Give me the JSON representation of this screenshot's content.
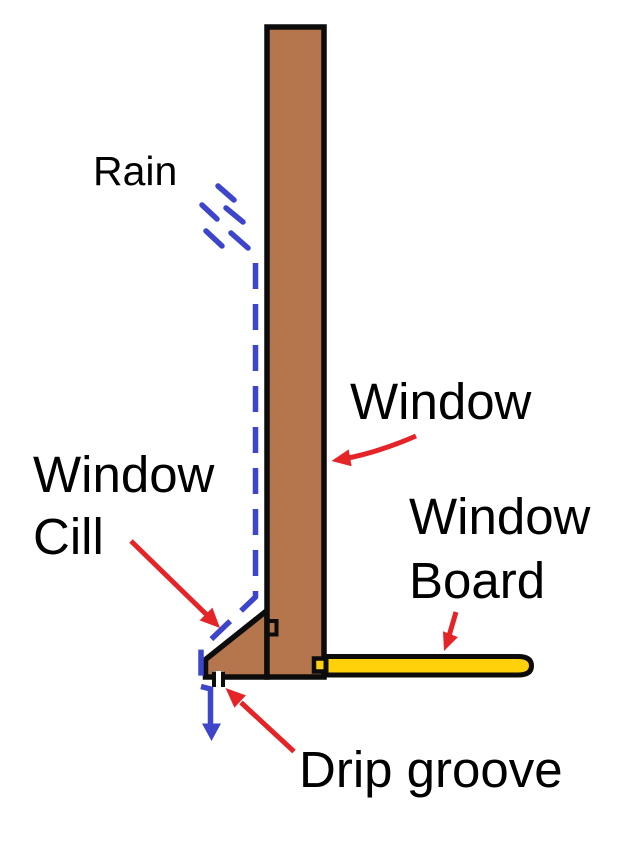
{
  "diagram": {
    "labels": {
      "rain": "Rain",
      "window": "Window",
      "window_cill": {
        "line1": "Window",
        "line2": "Cill"
      },
      "window_board": {
        "line1": "Window",
        "line2": "Board"
      },
      "drip_groove": "Drip groove"
    },
    "colors": {
      "frame_brown": "#b5764e",
      "board_yellow": "#ffd10a",
      "rain_blue": "#3d45cb",
      "arrow_red": "#e52428",
      "outline_black": "#0c0c0c"
    }
  }
}
